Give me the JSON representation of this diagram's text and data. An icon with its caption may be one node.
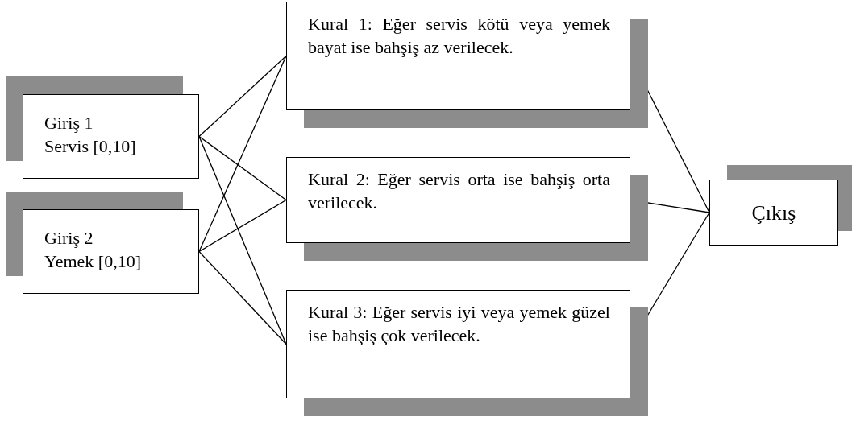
{
  "diagram": {
    "nodes": [
      {
        "text": [
          "Giriş 1",
          "Servis [0,10]"
        ]
      },
      {
        "text": [
          "Giriş 2",
          "Yemek [0,10]"
        ]
      },
      {
        "text": [
          "Kural 1: Eğer servis kötü veya yemek bayat ise bahşiş az verilecek."
        ]
      },
      {
        "text": [
          "Kural 2: Eğer servis orta ise bahşiş orta verilecek."
        ]
      },
      {
        "text": [
          "Kural 3: Eğer servis iyi veya yemek güzel ise bahşiş çok verilecek."
        ]
      },
      {
        "text": [
          "Çıkış"
        ]
      }
    ],
    "edges": [
      {
        "from": 0,
        "to": 2,
        "arrow": "none"
      },
      {
        "from": 0,
        "to": 3,
        "arrow": "none"
      },
      {
        "from": 0,
        "to": 4,
        "arrow": "none"
      },
      {
        "from": 1,
        "to": 2,
        "arrow": "none"
      },
      {
        "from": 1,
        "to": 3,
        "arrow": "none"
      },
      {
        "from": 1,
        "to": 4,
        "arrow": "none"
      },
      {
        "from": 2,
        "to": 5,
        "arrow": "none"
      },
      {
        "from": 3,
        "to": 5,
        "arrow": "none"
      },
      {
        "from": 4,
        "to": 5,
        "arrow": "none"
      }
    ]
  }
}
